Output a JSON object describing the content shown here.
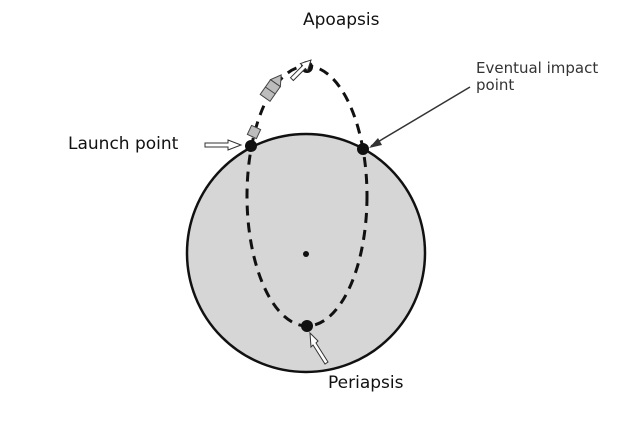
{
  "labels": {
    "apoapsis": "Apoapsis",
    "launch_point": "Launch point",
    "impact_line1": "Eventual impact",
    "impact_line2": "point",
    "periapsis": "Periapsis"
  },
  "colors": {
    "planet": "#d6d6d6",
    "rocket": "#bdbdbd",
    "line": "#111111"
  }
}
